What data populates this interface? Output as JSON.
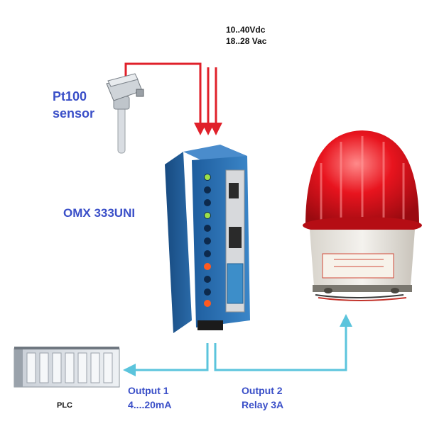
{
  "supply": {
    "line1": "10..40Vdc",
    "line2": "18..28 Vac"
  },
  "sensor": {
    "line1": "Pt100",
    "line2": "sensor"
  },
  "module": {
    "name": "OMX 333UNI"
  },
  "plc": {
    "label": "PLC"
  },
  "output1": {
    "line1": "Output 1",
    "line2": "4....20mA"
  },
  "output2": {
    "line1": "Output 2",
    "line2": "Relay 3A"
  },
  "colors": {
    "power_wire": "#e0202a",
    "signal_wire": "#5bc4dc",
    "label_blue": "#3a4fc8",
    "module_blue": "#2f6fb0",
    "beacon_red": "#e0141e"
  }
}
